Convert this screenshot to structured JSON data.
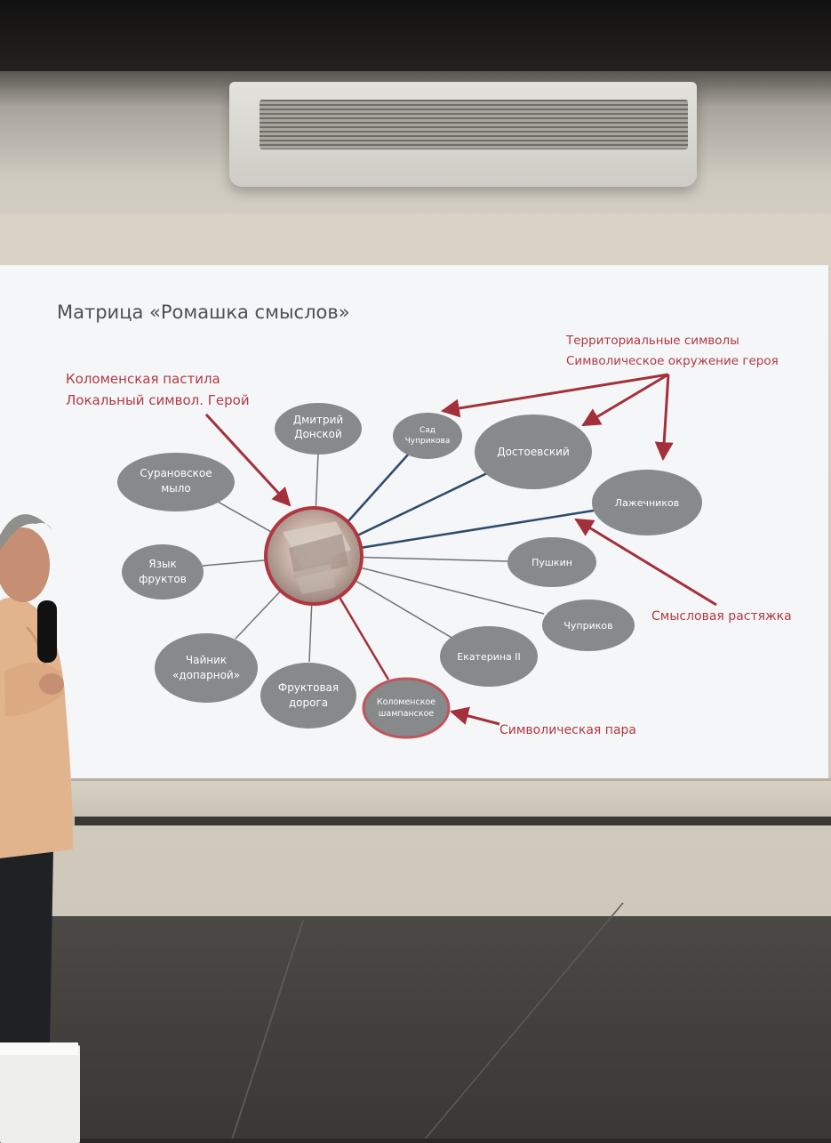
{
  "slide": {
    "title": "Матрица «Ромашка смыслов»",
    "annotations": {
      "hero_line1": "Коломенская пастила",
      "hero_line2": "Локальный символ. Герой",
      "territorial_line1": "Территориальные символы",
      "territorial_line2": "Символическое окружение героя",
      "stretch": "Смысловая растяжка",
      "pair": "Символическая пара"
    },
    "nodes": {
      "donskoy_1": "Дмитрий",
      "donskoy_2": "Донской",
      "sad_1": "Сад",
      "sad_2": "Чуприкова",
      "dostoevsky": "Достоевский",
      "lazhechnikov": "Лажечников",
      "pushkin": "Пушкин",
      "chuprikov": "Чуприков",
      "ekaterina": "Екатерина II",
      "shampanskoe_1": "Коломенское",
      "shampanskoe_2": "шампанское",
      "fruit_road_1": "Фруктовая",
      "fruit_road_2": "дорога",
      "teapot_1": "Чайник",
      "teapot_2": "«допарной»",
      "fruit_lang_1": "Язык",
      "fruit_lang_2": "фруктов",
      "soap_1": "Сурановское",
      "soap_2": "мыло"
    },
    "colors": {
      "node_fill": "#868a8b",
      "accent_red": "#a3303a",
      "link_blue": "#2e4a6a",
      "annotation_red": "#b23a44",
      "title_gray": "#4d4f52"
    }
  }
}
